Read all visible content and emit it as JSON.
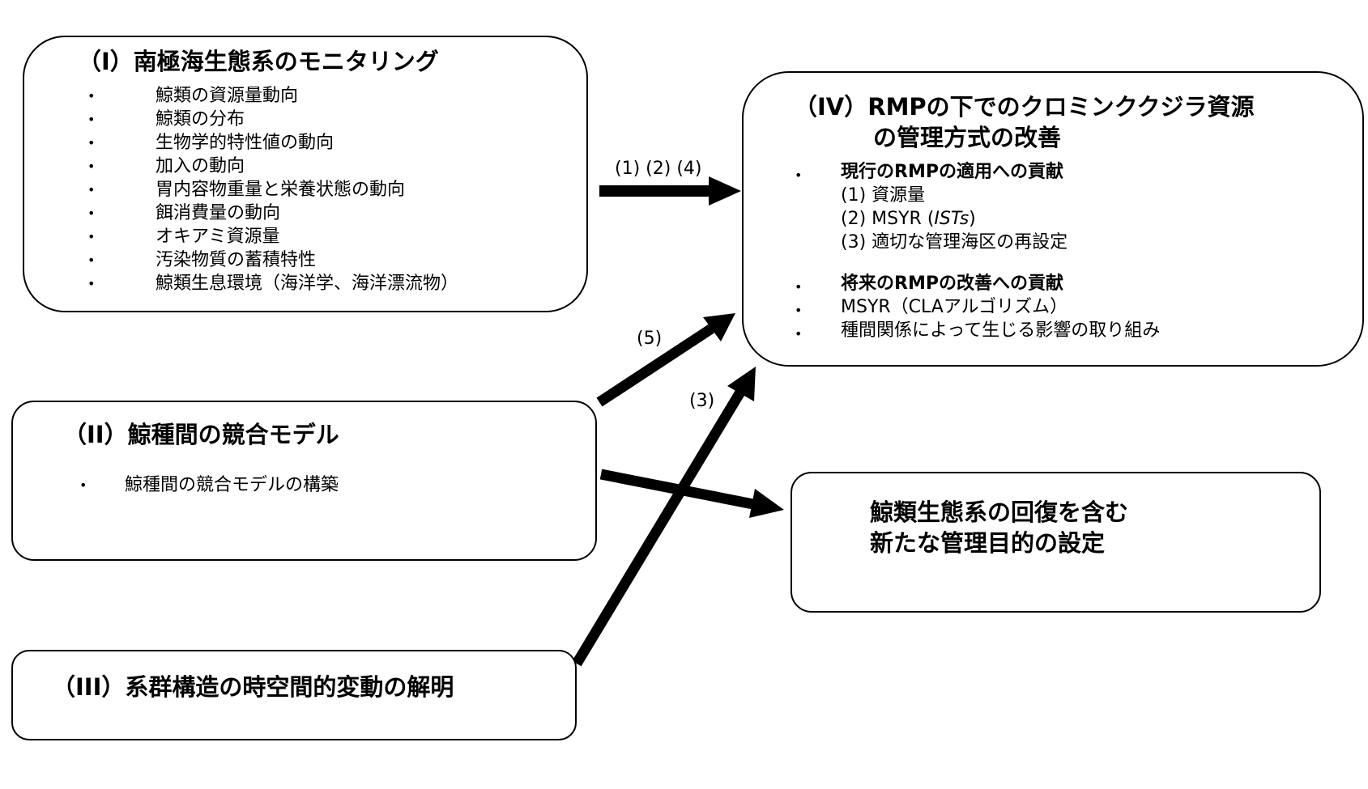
{
  "box1": {
    "title": "（I）南極海生態系のモニタリング",
    "items": [
      "鯨類の資源量動向",
      "鯨類の分布",
      "生物学的特性値の動向",
      "加入の動向",
      "胃内容物重量と栄養状態の動向",
      "餌消費量の動向",
      "オキアミ資源量",
      "汚染物質の蓄積特性",
      "鯨類生息環境（海洋学、海洋漂流物）"
    ]
  },
  "box2": {
    "title": "（II）鯨種間の競合モデル",
    "items": [
      "鯨種間の競合モデルの構築"
    ]
  },
  "box3": {
    "title": "（III）系群構造の時空間的変動の解明"
  },
  "box4": {
    "title_line1": "（IV）RMPの下でのクロミンククジラ資源",
    "title_line2": "の管理方式の改善",
    "section1_heading": "現行のRMPの適用への貢献",
    "section1_items": {
      "item1": "(1) 資源量",
      "item2_prefix": "(2) MSYR (",
      "item2_em": "ISTs",
      "item2_suffix": ")",
      "item3": "(3) 適切な管理海区の再設定"
    },
    "section2_heading": "将来のRMPの改善への貢献",
    "section2_items": [
      "MSYR（CLAアルゴリズム）",
      "種間関係によって生じる影響の取り組み"
    ]
  },
  "box5": {
    "title_line1": "鯨類生態系の回復を含む",
    "title_line2": "新たな管理目的の設定"
  },
  "labels": {
    "arrow_top": "(1) (2) (4)",
    "arrow_5": "(5)",
    "arrow_3": "(3)"
  },
  "bullet": "•"
}
